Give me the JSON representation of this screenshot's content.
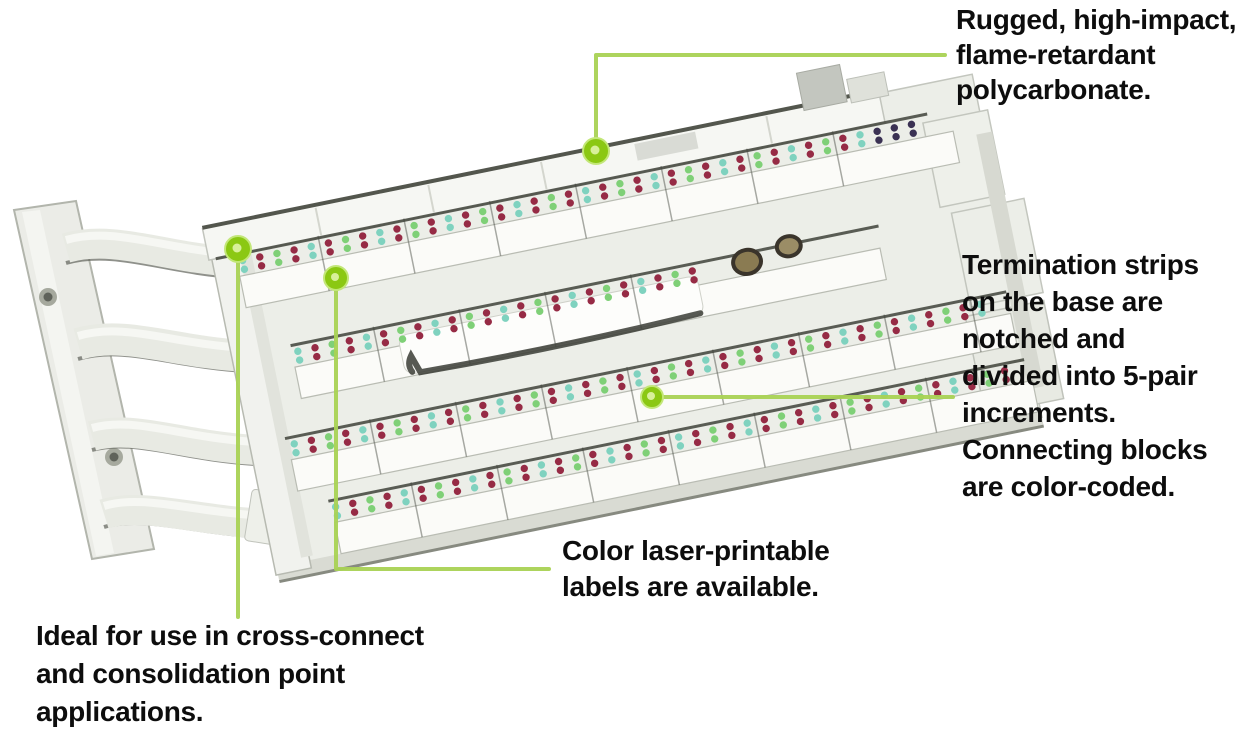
{
  "figure": {
    "subject": "110-style cross-connect punch-down wiring block with mounting bracket legs",
    "brand_label": ""
  },
  "annotations": {
    "polycarbonate": {
      "text": "Rugged, high-impact,\nflame-retardant\npolycarbonate."
    },
    "termination": {
      "text": "Termination strips\non the base are\nnotched and\ndivided into 5-pair\nincrements.\nConnecting blocks\nare color-coded."
    },
    "labels": {
      "text": "Color laser-printable\nlabels are available."
    },
    "applications": {
      "text": "Ideal for use in cross-connect\nand consolidation point\napplications."
    }
  },
  "colors": {
    "text": "#0d0d0d",
    "callout_line": "#a9d254",
    "callout_dot": "#8bc813",
    "callout_dot_ring": "#c3e779",
    "callout_dot_center": "#d8f09a",
    "teeth_palette": [
      "#7fd2bf",
      "#962b45",
      "#7fd077",
      "#962b45"
    ],
    "teeth_navy": "#3a3153"
  }
}
